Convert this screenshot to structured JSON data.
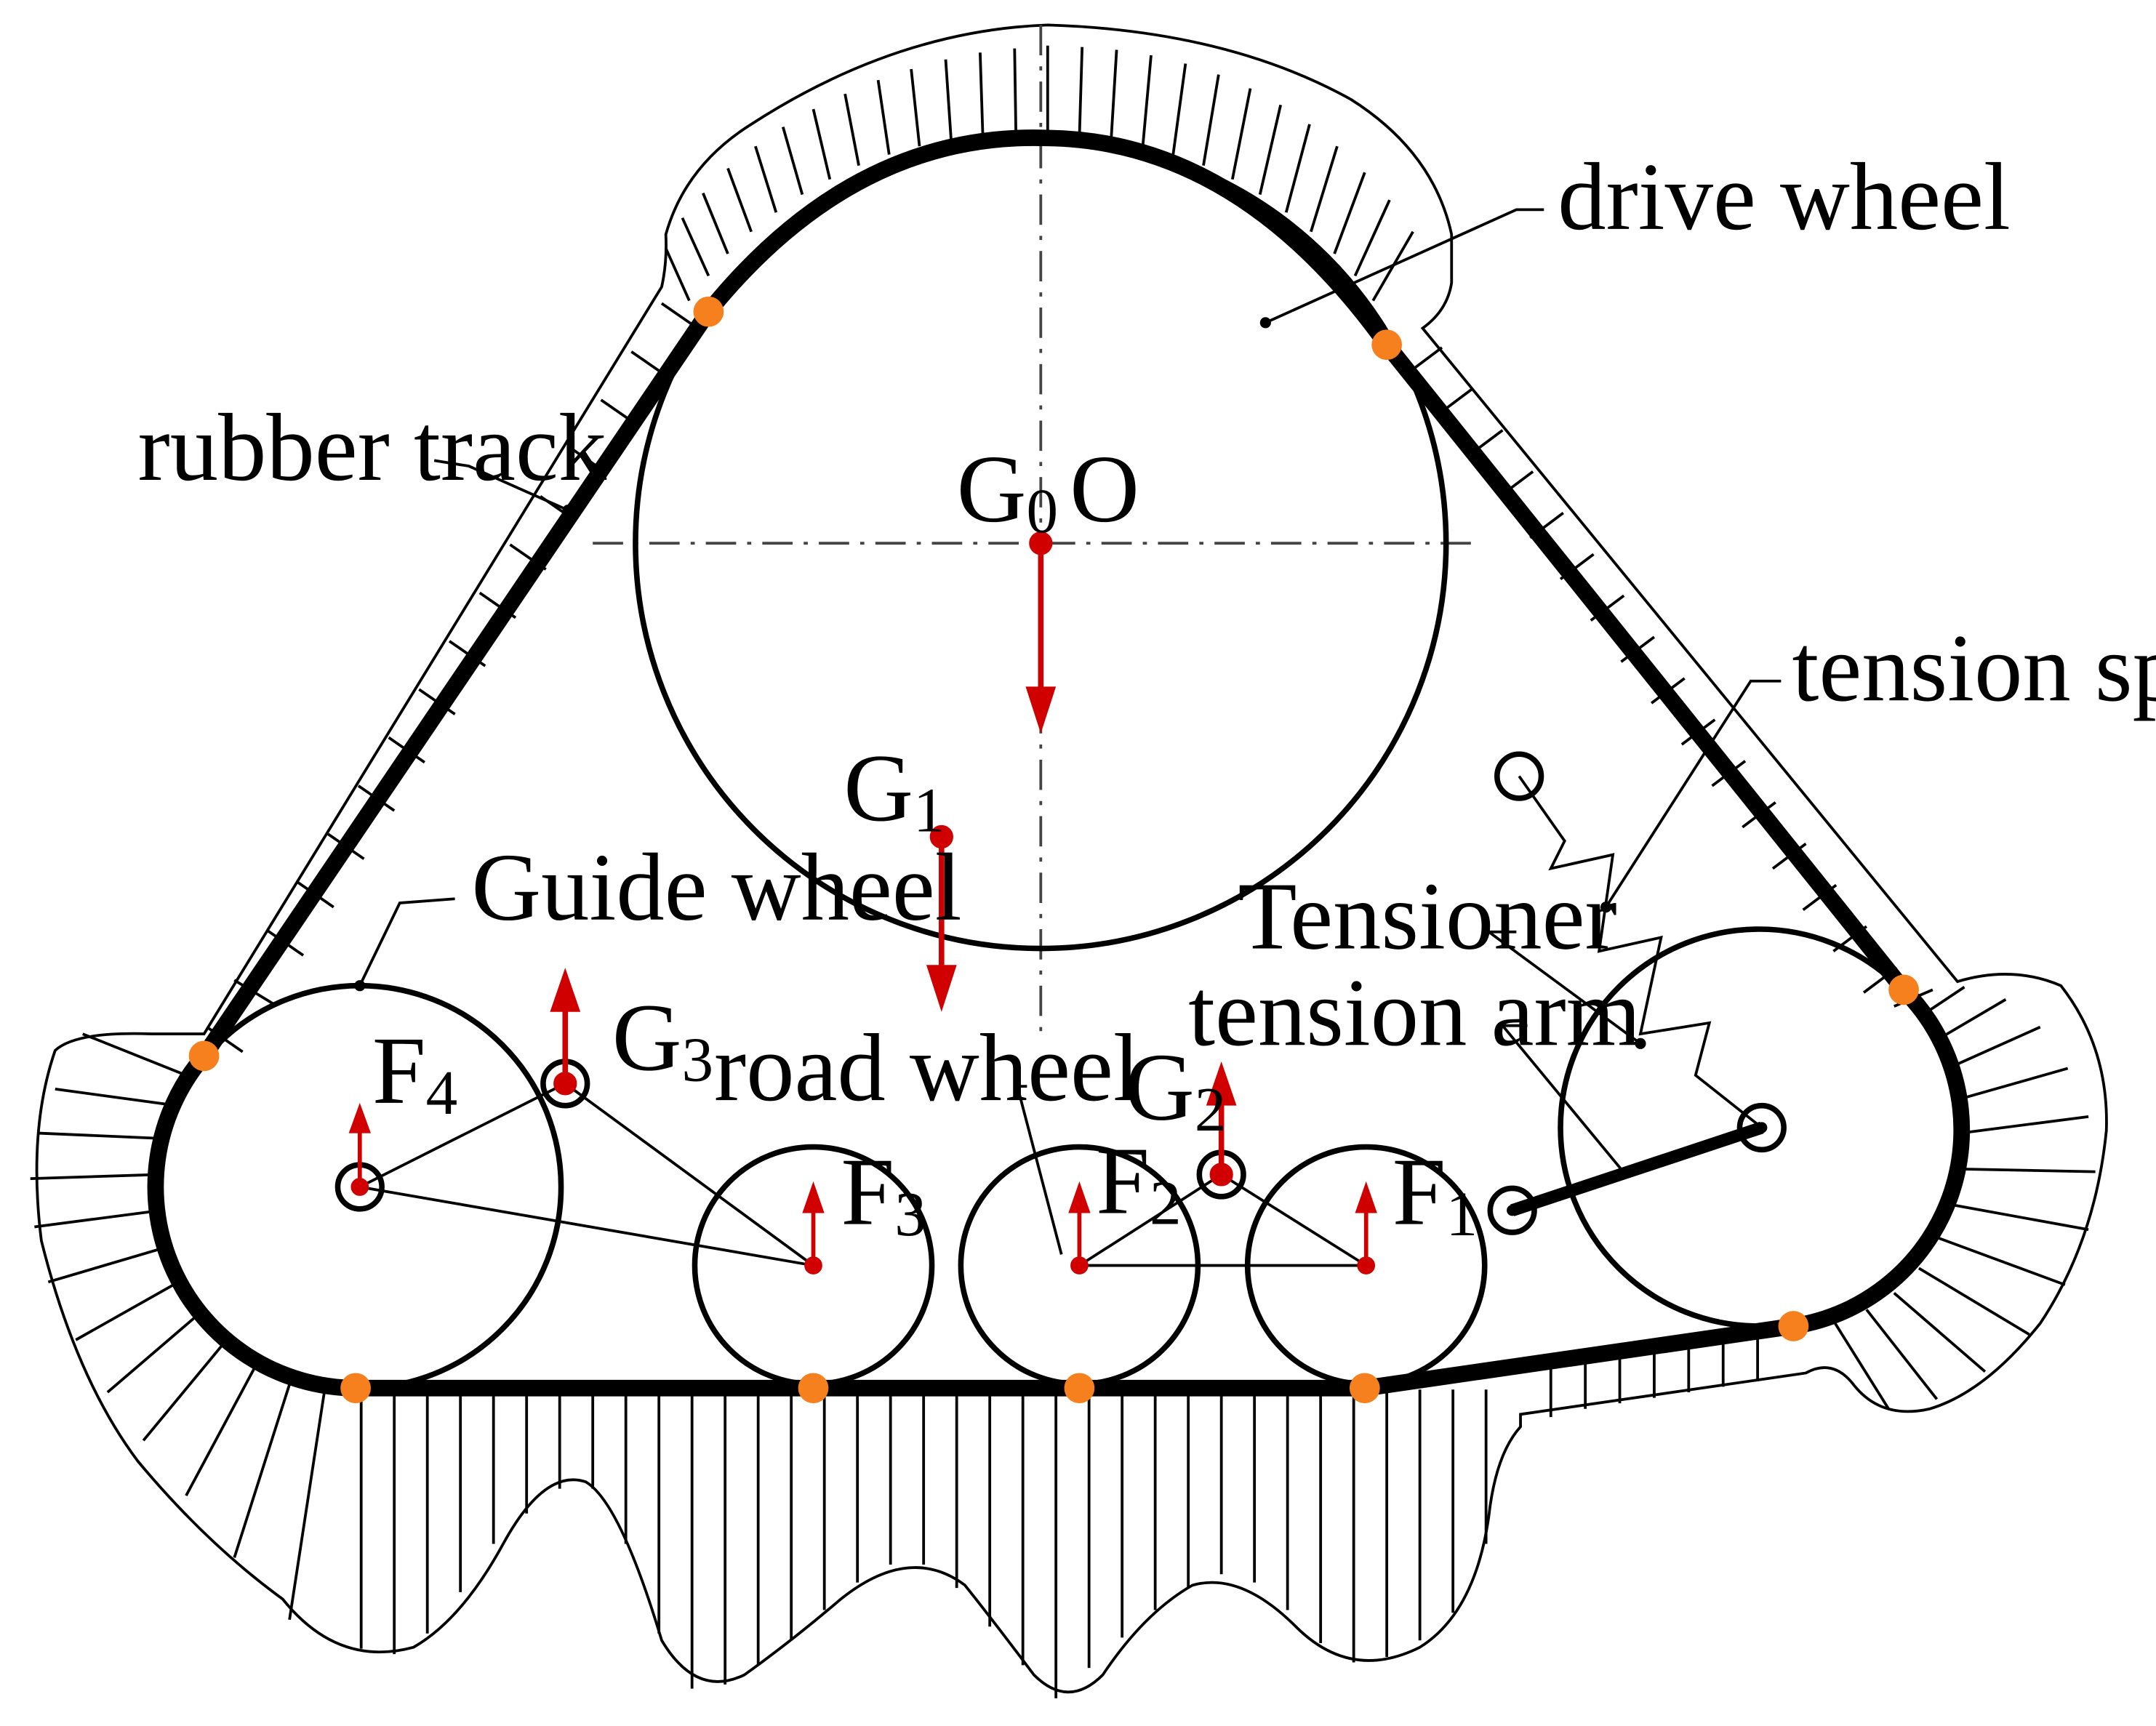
{
  "labels": {
    "drive_wheel": "drive wheel",
    "rubber_track": "rubber track",
    "tension_spring": "tension spring",
    "guide_wheel": "Guide wheel",
    "tensioner": "Tensioner",
    "tension_arm": "tension arm",
    "road_wheel": "road wheel"
  },
  "symbols": {
    "G0": {
      "base": "G",
      "sub": "0"
    },
    "O": {
      "base": "O"
    },
    "G1": {
      "base": "G",
      "sub": "1"
    },
    "G2": {
      "base": "G",
      "sub": "2"
    },
    "G3": {
      "base": "G",
      "sub": "3"
    },
    "F1": {
      "base": "F",
      "sub": "1"
    },
    "F2": {
      "base": "F",
      "sub": "2"
    },
    "F3": {
      "base": "F",
      "sub": "3"
    },
    "F4": {
      "base": "F",
      "sub": "4"
    }
  },
  "colors": {
    "force_arrow": "#d10000",
    "contact_point": "#f7801e",
    "line": "#000000"
  }
}
